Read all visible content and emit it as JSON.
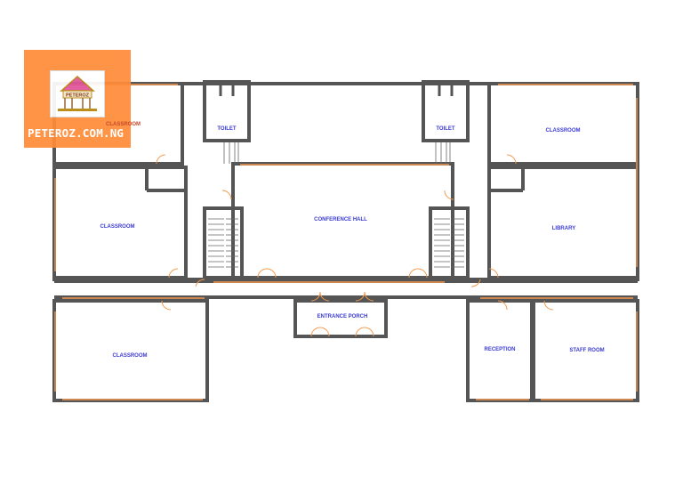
{
  "logo": {
    "brand": "PETEROZ.COM.NG",
    "house_text": "PETEROZ",
    "subtitle": "CLASSROOM"
  },
  "rooms": {
    "classroom_top_right": "CLASSROOM",
    "classroom_left": "CLASSROOM",
    "classroom_bottom_left": "CLASSROOM",
    "library": "LIBRARY",
    "conference_hall": "CONFERENCE HALL",
    "entrance_porch": "ENTRANCE PORCH",
    "reception": "RECEPTION",
    "staff_room": "STAFF ROOM",
    "toilet_left": "TOILET",
    "toilet_right": "TOILET"
  },
  "colors": {
    "wall": "#555555",
    "accent": "#f39a4e",
    "label": "#3a3ad6",
    "logo_bg": "#ff8c3a"
  }
}
